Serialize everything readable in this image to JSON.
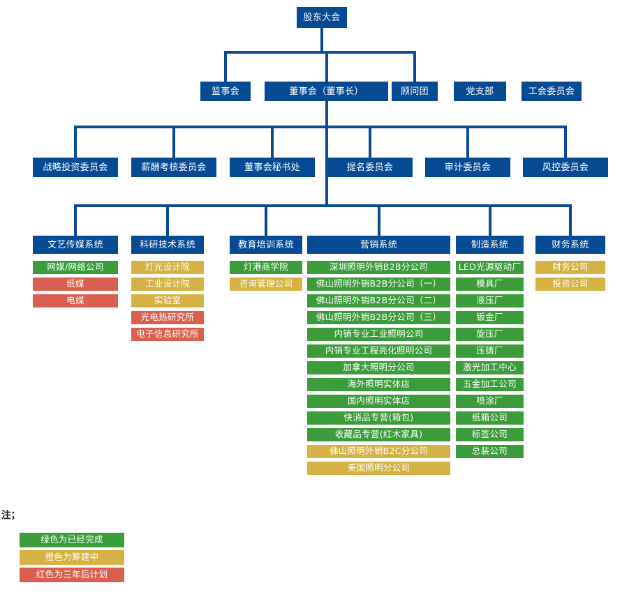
{
  "root": {
    "label": "股东大会"
  },
  "level2": [
    {
      "label": "监事会"
    },
    {
      "label": "董事会（董事长）"
    },
    {
      "label": "顾问团"
    },
    {
      "label": "党支部"
    },
    {
      "label": "工会委员会"
    }
  ],
  "committees": [
    {
      "label": "战略投资委员会"
    },
    {
      "label": "薪酬考核委员会"
    },
    {
      "label": "董事会秘书处"
    },
    {
      "label": "提名委员会"
    },
    {
      "label": "审计委员会"
    },
    {
      "label": "风控委员会"
    }
  ],
  "systems": [
    {
      "header": "文艺传媒系统",
      "items": [
        {
          "label": "网媒/网络公司",
          "status": "green"
        },
        {
          "label": "纸媒",
          "status": "red"
        },
        {
          "label": "电媒",
          "status": "red"
        }
      ]
    },
    {
      "header": "科研技术系统",
      "items": [
        {
          "label": "灯光设计院",
          "status": "orange"
        },
        {
          "label": "工业设计院",
          "status": "orange"
        },
        {
          "label": "实验室",
          "status": "orange"
        },
        {
          "label": "光电热研究所",
          "status": "red"
        },
        {
          "label": "电子信息研究所",
          "status": "red"
        }
      ]
    },
    {
      "header": "教育培训系统",
      "items": [
        {
          "label": "灯港商学院",
          "status": "green"
        },
        {
          "label": "咨询管理公司",
          "status": "orange"
        }
      ]
    },
    {
      "header": "营销系统",
      "items": [
        {
          "label": "深圳照明外销B2B分公司",
          "status": "green"
        },
        {
          "label": "佛山照明外销B2B分公司（一）",
          "status": "green"
        },
        {
          "label": "佛山照明外销B2B分公司（二）",
          "status": "green"
        },
        {
          "label": "佛山照明外销B2B分公司（三）",
          "status": "green"
        },
        {
          "label": "内销专业工业照明公司",
          "status": "green"
        },
        {
          "label": "内销专业工程亮化照明公司",
          "status": "green"
        },
        {
          "label": "加拿大照明分公司",
          "status": "green"
        },
        {
          "label": "海外照明实体店",
          "status": "green"
        },
        {
          "label": "国内照明实体店",
          "status": "green"
        },
        {
          "label": "快消品专营(箱包)",
          "status": "green"
        },
        {
          "label": "收藏品专营(红木家具)",
          "status": "green"
        },
        {
          "label": "佛山照明外销B2C分公司",
          "status": "orange"
        },
        {
          "label": "美国照明分公司",
          "status": "orange"
        }
      ]
    },
    {
      "header": "制造系统",
      "items": [
        {
          "label": "LED光源驱动厂",
          "status": "green"
        },
        {
          "label": "模具厂",
          "status": "green"
        },
        {
          "label": "液压厂",
          "status": "green"
        },
        {
          "label": "钣金厂",
          "status": "green"
        },
        {
          "label": "旋压厂",
          "status": "green"
        },
        {
          "label": "压铸厂",
          "status": "green"
        },
        {
          "label": "激光加工中心",
          "status": "green"
        },
        {
          "label": "五金加工公司",
          "status": "green"
        },
        {
          "label": "喷涂厂",
          "status": "green"
        },
        {
          "label": "纸箱公司",
          "status": "green"
        },
        {
          "label": "标签公司",
          "status": "green"
        },
        {
          "label": "总装公司",
          "status": "green"
        }
      ]
    },
    {
      "header": "财务系统",
      "items": [
        {
          "label": "财务公司",
          "status": "orange"
        },
        {
          "label": "投资公司",
          "status": "orange"
        }
      ]
    }
  ],
  "legend": {
    "title": "注；",
    "items": [
      {
        "label": "绿色为已经完成",
        "status": "green"
      },
      {
        "label": "橙色为筹建中",
        "status": "orange"
      },
      {
        "label": "红色为三年后计划",
        "status": "red"
      }
    ]
  },
  "colors": {
    "blue": "#064a93",
    "connector": "#0a4a96",
    "green": "#3c9c3c",
    "orange": "#d4b243",
    "red": "#d9604f",
    "text": "#ffffff"
  }
}
